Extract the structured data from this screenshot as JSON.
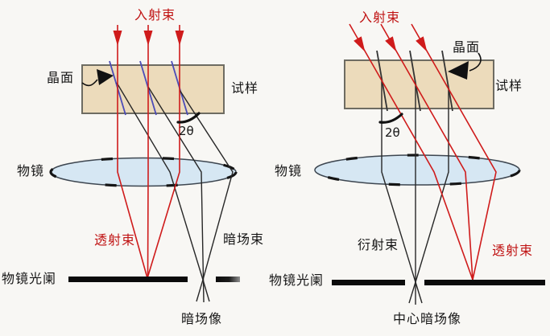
{
  "colors": {
    "bg": "#f8f7f4",
    "beam_red": "#cf1b1b",
    "label_red": "#c01414",
    "line_dark": "#272727",
    "crystal_blue": "#4c4cb8",
    "specimen_fill": "#ecdbbb",
    "specimen_border": "#6e6c62",
    "lens_fill": "#d6e7f3",
    "lens_border": "#3d4650",
    "aperture_black": "#0b0b0b"
  },
  "left": {
    "labels": {
      "incident_beam": "入射束",
      "crystal_plane": "晶面",
      "specimen": "试样",
      "angle": "2θ",
      "lens": "物镜",
      "transmitted_beam": "透射束",
      "dark_field_beam": "暗场束",
      "aperture": "物镜光阑",
      "image": "暗场像"
    }
  },
  "right": {
    "labels": {
      "incident_beam": "入射束",
      "crystal_plane": "晶面",
      "specimen": "试样",
      "angle": "2θ",
      "lens": "物镜",
      "diffracted_beam": "衍射束",
      "transmitted_beam": "透射束",
      "aperture": "物镜光阑",
      "image": "中心暗场像"
    }
  }
}
